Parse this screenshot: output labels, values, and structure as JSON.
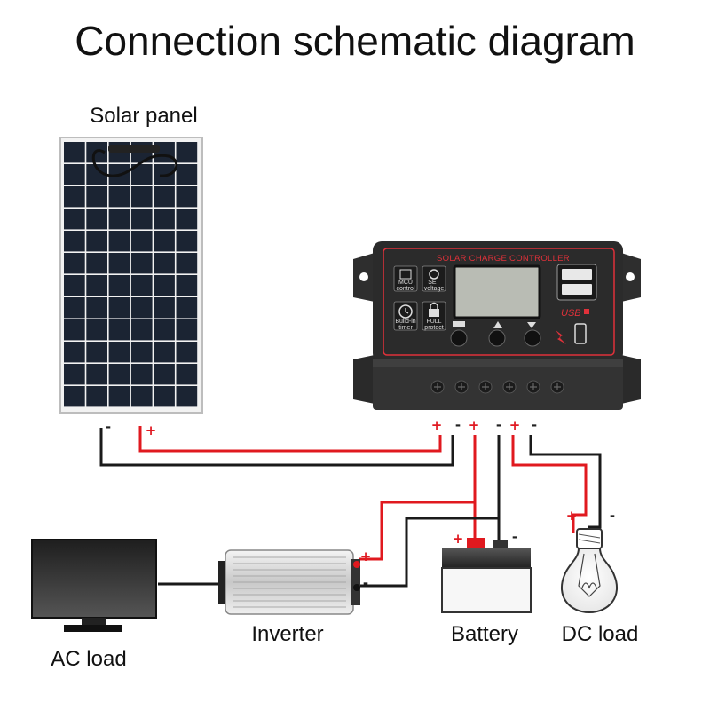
{
  "title": "Connection schematic diagram",
  "components": {
    "solar_panel": {
      "label": "Solar panel"
    },
    "controller": {
      "label": "SOLAR CHARGE CONTROLLER",
      "usb": "USB",
      "icons": {
        "mcu": [
          "MCU",
          "control"
        ],
        "set": [
          "SET",
          "voltage"
        ],
        "timer": [
          "Build-in",
          "timer"
        ],
        "protect": [
          "FULL",
          "protect"
        ]
      }
    },
    "ac_load": {
      "label": "AC load"
    },
    "inverter": {
      "label": "Inverter"
    },
    "battery": {
      "label": "Battery"
    },
    "dc_load": {
      "label": "DC load"
    }
  },
  "signs": {
    "plus": "+",
    "minus": "-"
  },
  "colors": {
    "positive_wire": "#e0191f",
    "negative_wire": "#1a1a1a",
    "controller_body": "#2b2b2b",
    "controller_accent": "#e0313a",
    "lcd": "#b9bcb4"
  }
}
